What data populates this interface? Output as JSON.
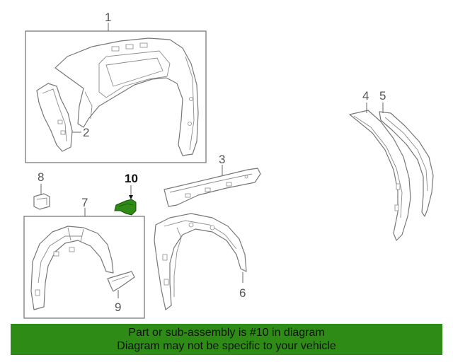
{
  "callouts": {
    "c1": "1",
    "c2": "2",
    "c3": "3",
    "c4": "4",
    "c5": "5",
    "c6": "6",
    "c7": "7",
    "c8": "8",
    "c9": "9",
    "c10": "10"
  },
  "banner": {
    "line1": "Part or sub-assembly is #10 in diagram",
    "line2": "Diagram may not be specific to your vehicle"
  },
  "colors": {
    "banner_bg": "#2e8b16",
    "highlight_part": "#2e8b16",
    "line": "#777777"
  }
}
